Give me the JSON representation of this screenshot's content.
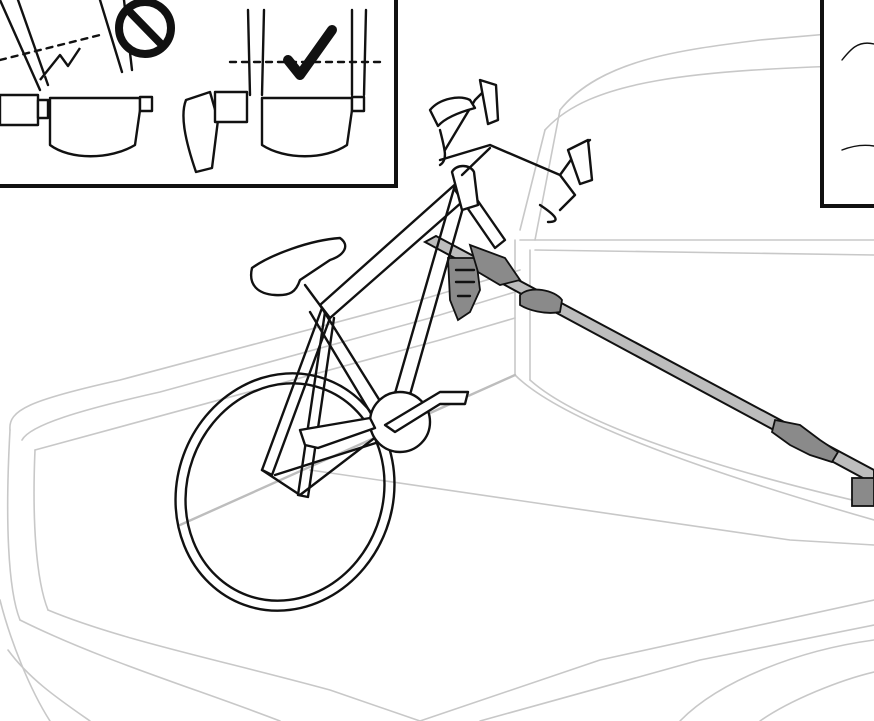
{
  "illustration": {
    "main_subject": "bicycle",
    "colors": {
      "ink": "#111111",
      "truck_outline": "#c8c8c8",
      "rail": "#bdbdbd",
      "mount": "#8a8a8a",
      "background": "#ffffff"
    },
    "insets": [
      {
        "position": "top-left",
        "icons": [
          "no-sign-icon",
          "check-mark-icon"
        ]
      },
      {
        "position": "top-right"
      }
    ]
  }
}
